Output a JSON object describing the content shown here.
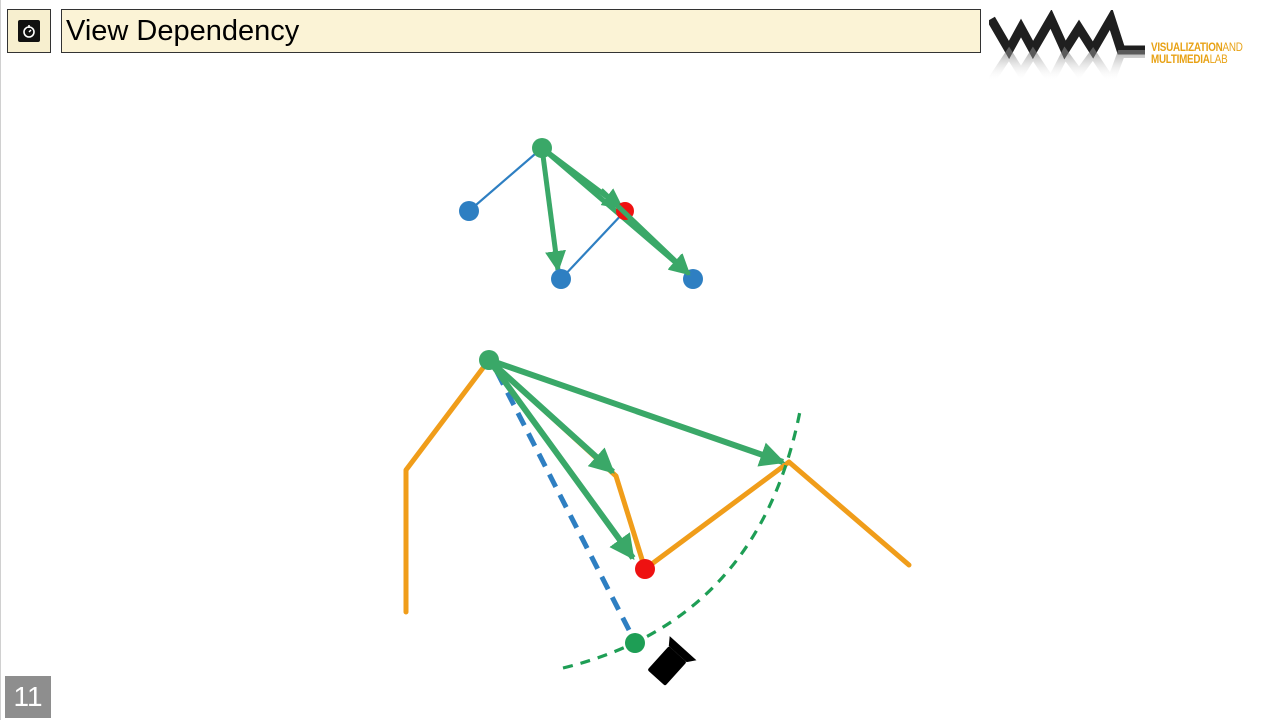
{
  "slide": {
    "title": "View Dependency",
    "page_number": "11"
  },
  "logo": {
    "line1_bold": "VISUALIZATION",
    "line1_light": "AND",
    "line2_bold": "MULTIMEDIA",
    "line2_light": "LAB"
  },
  "colors": {
    "title_fill": "#fbf3d6",
    "tree_node": "#2e7fc2",
    "arrow_green": "#3aa868",
    "selected_node": "#ee1111",
    "orange_path": "#f09d1a",
    "blue_dashed": "#2e7fc2",
    "green_dashed_arc": "#1e9e55",
    "logo_dark": "#1f1f1f",
    "logo_orange": "#e8a215"
  },
  "icons": [
    "slide-icon",
    "camera-icon"
  ]
}
